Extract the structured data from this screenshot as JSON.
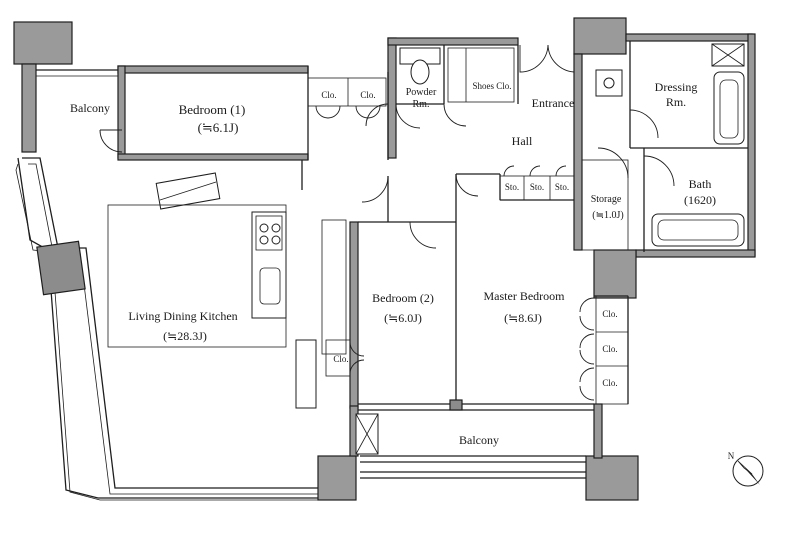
{
  "rooms": {
    "balcony_top": "Balcony",
    "bedroom1": {
      "name": "Bedroom (1)",
      "size": "(≒6.1J)"
    },
    "clo_1": "Clo.",
    "clo_2": "Clo.",
    "powder": {
      "line1": "Powder",
      "line2": "Rm."
    },
    "shoes": "Shoes Clo.",
    "entrance": "Entrance",
    "dressing": {
      "line1": "Dressing",
      "line2": "Rm."
    },
    "hall": "Hall",
    "sto_1": "Sto.",
    "sto_2": "Sto.",
    "sto_3": "Sto.",
    "storage": {
      "name": "Storage",
      "size": "(≒1.0J)"
    },
    "bath": {
      "name": "Bath",
      "size": "(1620)"
    },
    "ldk": {
      "name": "Living Dining Kitchen",
      "size": "(≒28.3J)"
    },
    "bedroom2": {
      "name": "Bedroom (2)",
      "size": "(≒6.0J)"
    },
    "clo_b2": "Clo.",
    "master": {
      "name": "Master Bedroom",
      "size": "(≒8.6J)"
    },
    "clo_m1": "Clo.",
    "clo_m2": "Clo.",
    "clo_m3": "Clo.",
    "balcony_bottom": "Balcony"
  },
  "compass": {
    "label": "N"
  }
}
